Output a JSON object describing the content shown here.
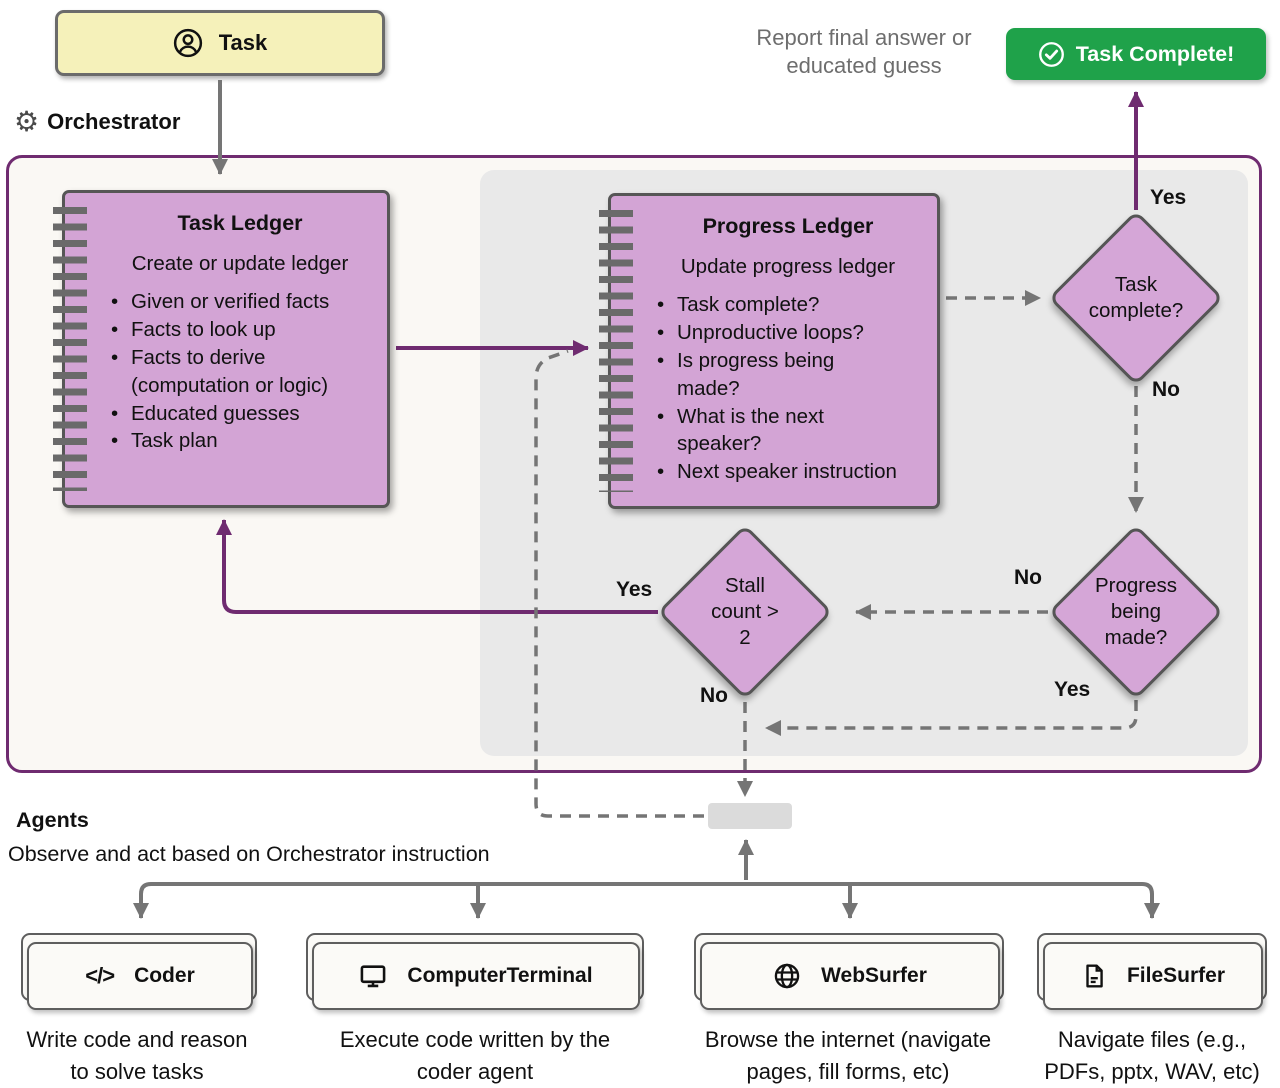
{
  "colors": {
    "accent_purple": "#6F2B70",
    "ledger_fill": "#D3A4D5",
    "diamond_fill": "#D5A6D7",
    "success_green": "#1FA24A",
    "task_yellow": "#F5F1BA",
    "wire_gray": "#757575",
    "panel_gray": "#E9E9E9"
  },
  "task_box": {
    "label": "Task",
    "icon": "person-icon"
  },
  "orchestrator": {
    "label": "Orchestrator",
    "icon": "gear-icon"
  },
  "task_ledger": {
    "title": "Task Ledger",
    "subtitle": "Create or update ledger",
    "bullets": [
      "Given or verified facts",
      "Facts to look up",
      "Facts to derive\n(computation or logic)",
      "Educated guesses",
      "Task plan"
    ]
  },
  "progress_ledger": {
    "title": "Progress Ledger",
    "subtitle": "Update progress ledger",
    "bullets": [
      "Task complete?",
      "Unproductive loops?",
      "Is progress being\nmade?",
      "What is the next\nspeaker?",
      "Next speaker instruction"
    ]
  },
  "decisions": {
    "task_complete": {
      "label": "Task\ncomplete?",
      "yes": "Yes",
      "no": "No"
    },
    "progress_being_made": {
      "label": "Progress\nbeing\nmade?",
      "yes": "Yes",
      "no": "No"
    },
    "stall_count": {
      "label": "Stall\ncount >\n2",
      "yes": "Yes",
      "no": "No"
    }
  },
  "outcome": {
    "note": "Report final answer or\neducated guess",
    "button_label": "Task Complete!",
    "button_icon": "check-circle-icon"
  },
  "agents_section": {
    "title": "Agents",
    "subtitle": "Observe and act based on Orchestrator instruction",
    "agents": [
      {
        "name": "Coder",
        "icon": "code-icon",
        "description": "Write code and reason\nto solve tasks"
      },
      {
        "name": "ComputerTerminal",
        "icon": "terminal-icon",
        "description": "Execute code written by the\ncoder agent"
      },
      {
        "name": "WebSurfer",
        "icon": "globe-icon",
        "description": "Browse the internet (navigate\npages, fill forms, etc)"
      },
      {
        "name": "FileSurfer",
        "icon": "file-icon",
        "description": "Navigate files (e.g.,\nPDFs, pptx, WAV, etc)"
      }
    ]
  }
}
